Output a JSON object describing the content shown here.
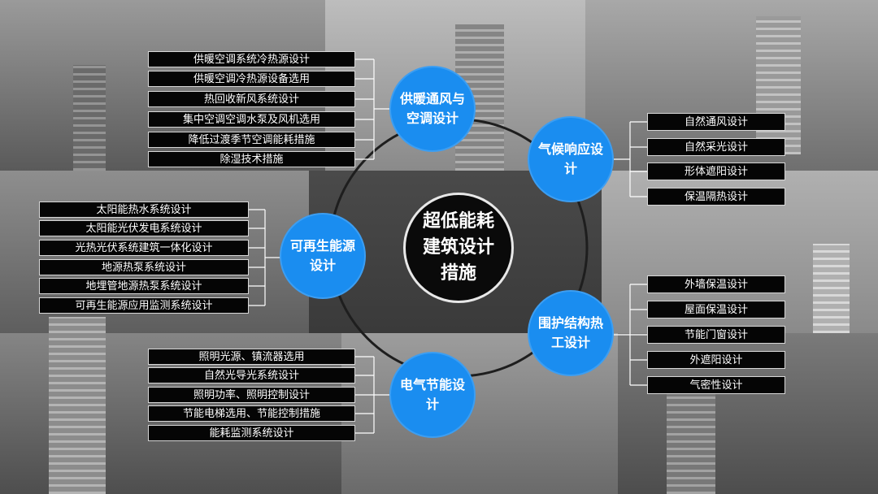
{
  "center": {
    "label": "超低能耗建筑设计措施"
  },
  "hubs": {
    "hvac": {
      "label": "供暖通风与空调设计",
      "items": [
        "供暖空调系统冷热源设计",
        "供暖空调冷热源设备选用",
        "热回收新风系统设计",
        "集中空调空调水泵及风机选用",
        "降低过渡季节空调能耗措施",
        "除湿技术措施"
      ]
    },
    "climate": {
      "label": "气候响应设计",
      "items": [
        "自然通风设计",
        "自然采光设计",
        "形体遮阳设计",
        "保温隔热设计"
      ]
    },
    "renewable": {
      "label": "可再生能源设计",
      "items": [
        "太阳能热水系统设计",
        "太阳能光伏发电系统设计",
        "光热光伏系统建筑一体化设计",
        "地源热泵系统设计",
        "地埋管地源热泵系统设计",
        "可再生能源应用监测系统设计"
      ]
    },
    "envelope": {
      "label": "围护结构热工设计",
      "items": [
        "外墙保温设计",
        "屋面保温设计",
        "节能门窗设计",
        "外遮阳设计",
        "气密性设计"
      ]
    },
    "electrical": {
      "label": "电气节能设计",
      "items": [
        "照明光源、镇流器选用",
        "自然光导光系统设计",
        "照明功率、照明控制设计",
        "节能电梯选用、节能控制措施",
        "能耗监测系统设计"
      ]
    }
  },
  "colors": {
    "hub": "#1a8df0",
    "center": "#0a0a0a",
    "box": "#050505",
    "ring": "#222222"
  }
}
